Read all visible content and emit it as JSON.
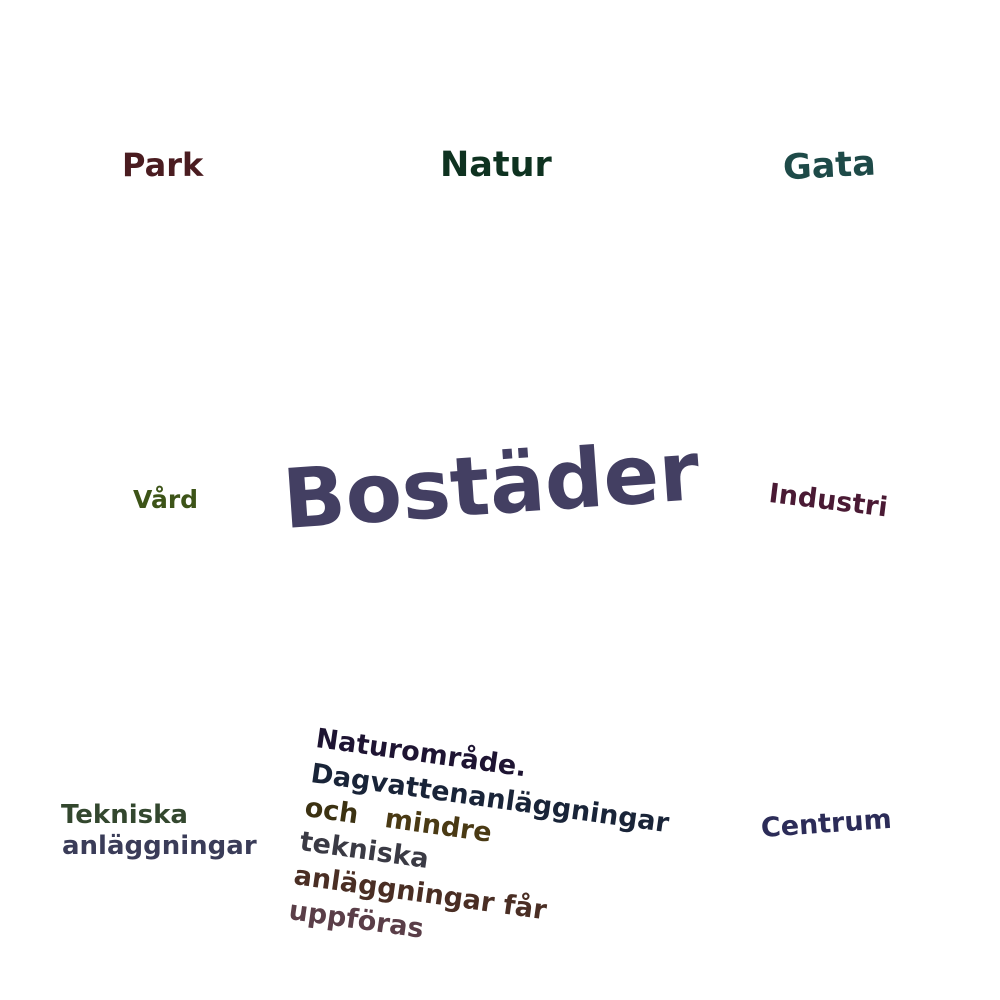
{
  "words": {
    "park": {
      "text": "Park",
      "color": "#4a1c20"
    },
    "natur": {
      "text": "Natur",
      "color": "#0e3220"
    },
    "gata": {
      "text": "Gata",
      "color": "#1e4a48"
    },
    "vard": {
      "text": "Vård",
      "color": "#3d5418"
    },
    "bostader": {
      "text": "Bostäder",
      "color": "#433f62"
    },
    "industri": {
      "text": "Industri",
      "color": "#4a1a34"
    },
    "tekniska_anlaggningar": {
      "lines": [
        "Tekniska",
        "anläggningar"
      ],
      "colors": [
        "#33472e",
        "#3a3c58"
      ]
    },
    "naturomrade": {
      "lines": [
        "Naturområde.",
        "Dagvattenanläggningar",
        "och",
        "mindre",
        "tekniska",
        "anläggningar får",
        "uppföras"
      ],
      "colors": [
        "#1e1432",
        "#192438",
        "#3c3212",
        "#4a3a14",
        "#3a3a44",
        "#4a2e24",
        "#5a3e48"
      ]
    },
    "centrum": {
      "text": "Centrum",
      "color": "#2c2c58"
    }
  }
}
